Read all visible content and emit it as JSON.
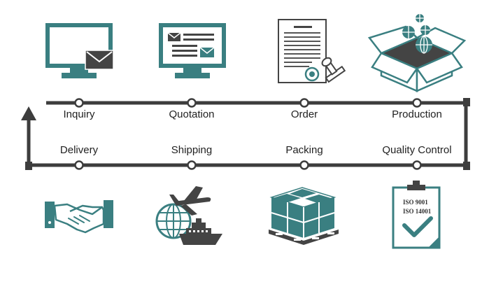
{
  "colors": {
    "teal": "#3a7f81",
    "dark": "#444444",
    "line": "#3d3d3d",
    "light_teal": "#dbe9e9"
  },
  "top_row": {
    "stages": [
      {
        "label": "Inquiry",
        "icon": "monitor-envelope-icon"
      },
      {
        "label": "Quotation",
        "icon": "monitor-quote-icon"
      },
      {
        "label": "Order",
        "icon": "contract-stamp-icon"
      },
      {
        "label": "Production",
        "icon": "open-box-globe-icon"
      }
    ]
  },
  "bottom_row": {
    "stages": [
      {
        "label": "Delivery",
        "icon": "handshake-icon"
      },
      {
        "label": "Shipping",
        "icon": "plane-ship-globe-icon"
      },
      {
        "label": "Packing",
        "icon": "pallet-boxes-icon"
      },
      {
        "label": "Quality Control",
        "icon": "clipboard-check-icon"
      }
    ]
  },
  "certification": {
    "line1": "ISO 9001",
    "line2": "ISO 14001"
  }
}
